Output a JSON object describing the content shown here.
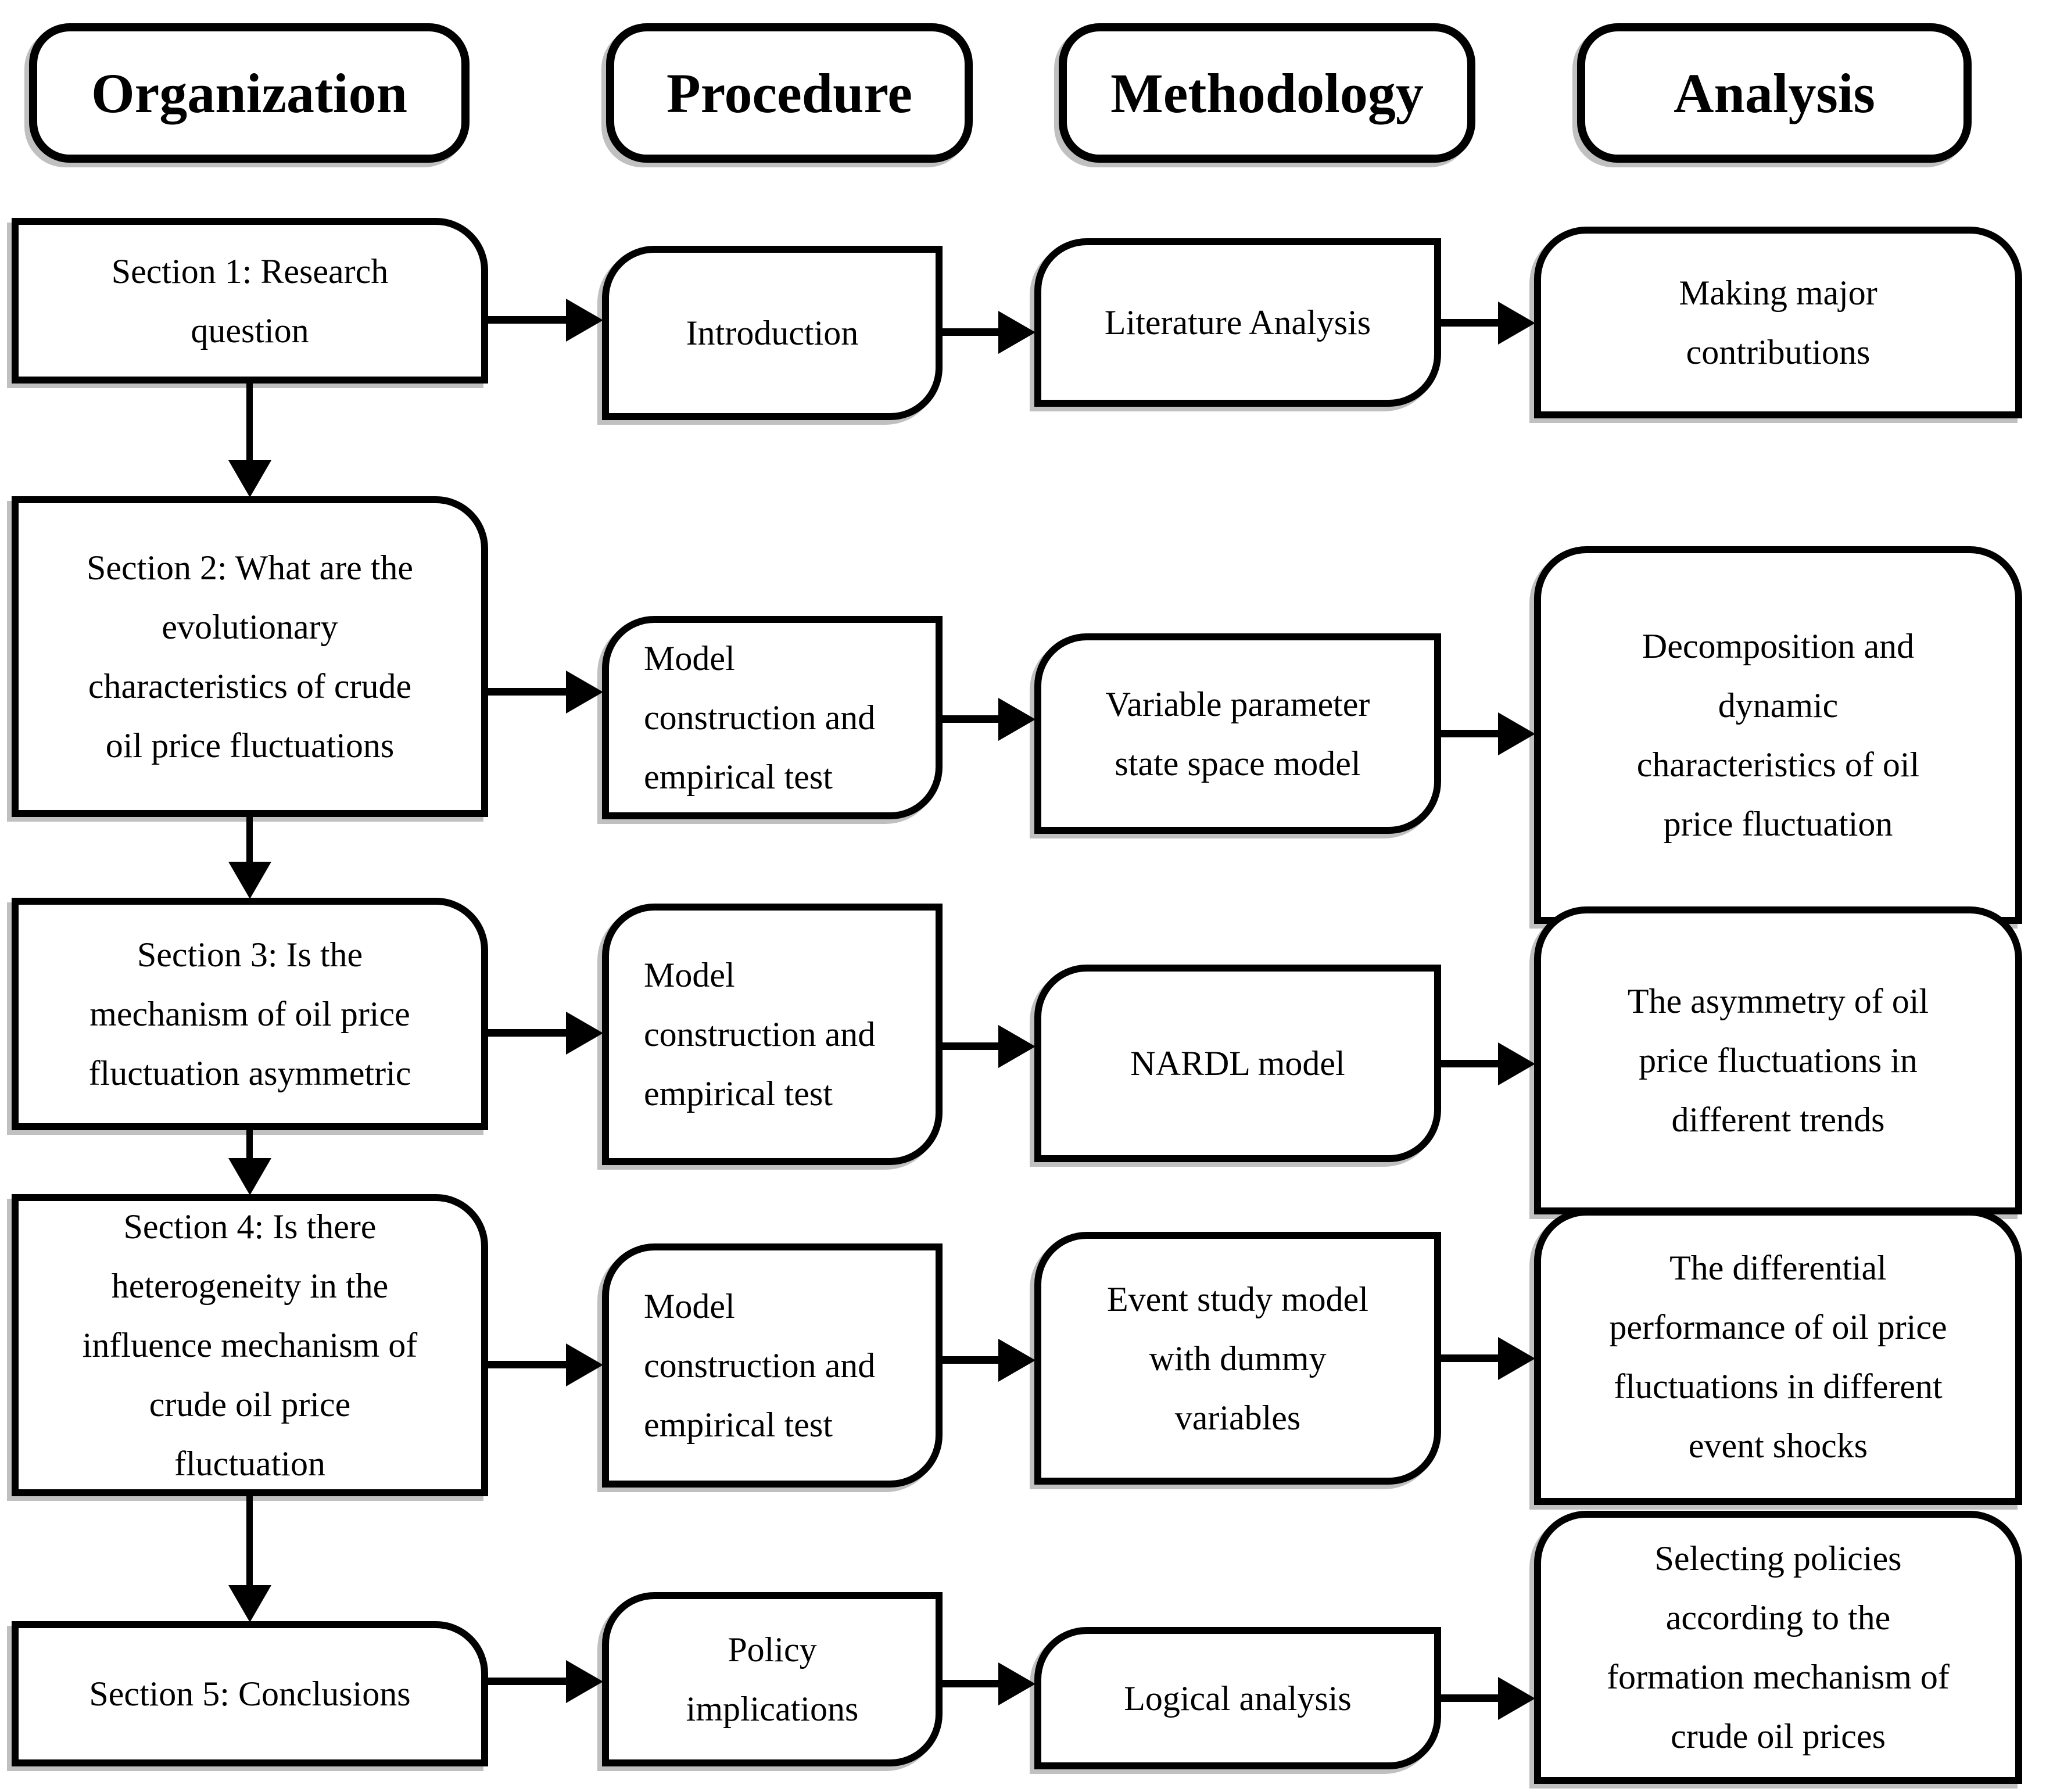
{
  "figure": {
    "columns": [
      {
        "header": "Organization",
        "boxes": [
          "Section 1: Research\nquestion",
          "Section 2: What are the\nevolutionary\ncharacteristics of crude\noil price fluctuations",
          "Section 3: Is the\nmechanism of oil price\nfluctuation asymmetric",
          "Section 4: Is there\nheterogeneity in the\ninfluence mechanism of\ncrude oil price\nfluctuation",
          "Section 5: Conclusions"
        ]
      },
      {
        "header": "Procedure",
        "boxes": [
          "Introduction",
          "Model\nconstruction and\nempirical test",
          "Model\nconstruction and\nempirical test",
          "Model\nconstruction and\nempirical test",
          "Policy\nimplications"
        ]
      },
      {
        "header": "Methodology",
        "boxes": [
          "Literature Analysis",
          "Variable parameter\nstate space model",
          "NARDL model",
          "Event study model\nwith dummy\nvariables",
          "Logical analysis"
        ]
      },
      {
        "header": "Analysis",
        "boxes": [
          "Making major\ncontributions",
          "Decomposition and\ndynamic\ncharacteristics of oil\nprice fluctuation",
          "The asymmetry of oil\nprice fluctuations in\ndifferent trends",
          "The differential\nperformance of oil price\nfluctuations in different\nevent shocks",
          "Selecting policies\naccording to the\nformation mechanism of\ncrude oil prices"
        ]
      }
    ],
    "colors": {
      "border": "#000000",
      "text": "#000000",
      "background": "#ffffff",
      "shadow": "#8c8c8c"
    }
  }
}
